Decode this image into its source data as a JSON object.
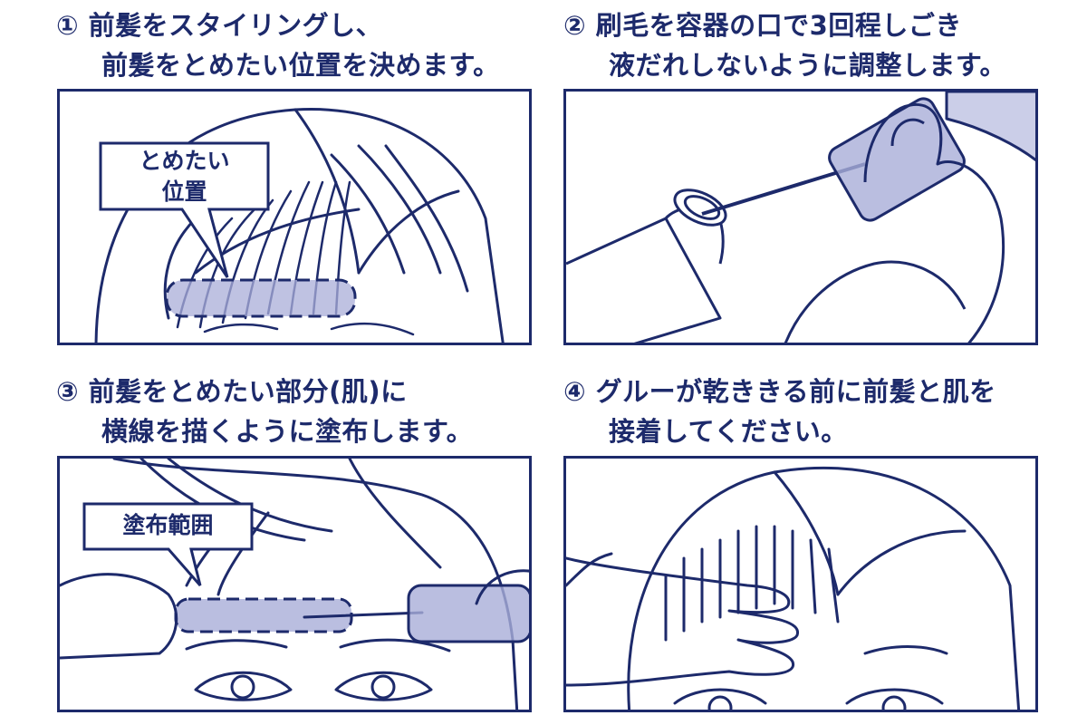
{
  "colors": {
    "navy": "#1d2a6b",
    "highlight": "#a9aed8",
    "line": "#1d2a6b"
  },
  "steps": [
    {
      "number": "①",
      "line1": "前髪をスタイリングし、",
      "line2": "前髪をとめたい位置を決めます。",
      "callout_line1": "とめたい",
      "callout_line2": "位置"
    },
    {
      "number": "②",
      "line1": "刷毛を容器の口で3回程しごき",
      "line2": "液だれしないように調整します。"
    },
    {
      "number": "③",
      "line1": "前髪をとめたい部分(肌)に",
      "line2": "横線を描くように塗布します。",
      "callout_line1": "塗布範囲"
    },
    {
      "number": "④",
      "line1": "グルーが乾ききる前に前髪と肌を",
      "line2": "接着してください。"
    }
  ]
}
